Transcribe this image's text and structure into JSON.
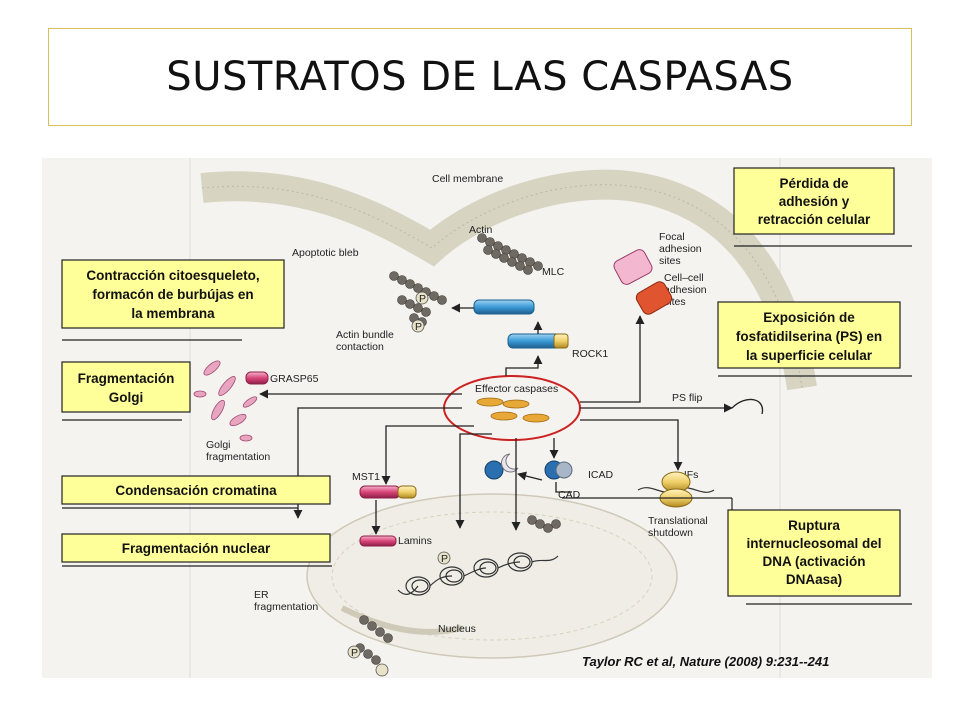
{
  "title": "SUSTRATOS DE LAS CASPASAS",
  "boxes": {
    "adhesion": [
      "Pérdida de",
      "adhesión y",
      "retracción celular"
    ],
    "contraccion": [
      "Contracción citoesqueleto,",
      "formacón de burbújas en",
      "la membrana"
    ],
    "fosfatidilserina": [
      "Exposición de",
      "fosfatidilserina (PS) en",
      "la superficie celular"
    ],
    "golgi": [
      "Fragmentación",
      "Golgi"
    ],
    "cromatina": "Condensación cromatina",
    "nuclear": "Fragmentación nuclear",
    "dna": [
      "Ruptura",
      "internucleosomal del",
      "DNA (activación",
      "DNAasa)"
    ]
  },
  "labels": {
    "cell_membrane": "Cell membrane",
    "actin": "Actin",
    "apoptotic_bleb": "Apoptotic bleb",
    "mlc": "MLC",
    "focal_adhesion": [
      "Focal",
      "adhesion",
      "sites"
    ],
    "cell_cell": [
      "Cell–cell",
      "adhesion",
      "sites"
    ],
    "actin_bundle": [
      "Actin bundle",
      "contaction"
    ],
    "rock1": "ROCK1",
    "grasp65": "GRASP65",
    "effector_caspases": "Effector caspases",
    "ps_flip": "PS flip",
    "golgi_frag": [
      "Golgi",
      "fragmentation"
    ],
    "mst1": "MST1",
    "icad": "ICAD",
    "cad": "CAD",
    "eifs": "eIFs",
    "translational": [
      "Translational",
      "shutdown"
    ],
    "lamins": "Lamins",
    "er_frag": [
      "ER",
      "fragmentation"
    ],
    "nucleus": "Nucleus",
    "phospho": "P"
  },
  "citation": "Taylor RC et al, Nature (2008) 9:231--241",
  "colors": {
    "box_fill": "#ffff99",
    "caspase_ring": "#cc2222",
    "caspase_fill": "#e8a838",
    "rock_blue": "#3a9ad6",
    "grasp_pink": "#d9457a"
  }
}
